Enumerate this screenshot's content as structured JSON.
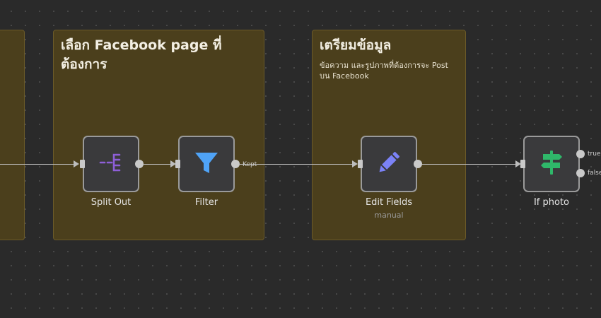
{
  "canvas": {
    "sticky_notes": [
      {
        "title": "",
        "description": ""
      },
      {
        "title": "เลือก Facebook page ที่ ต้องการ",
        "title_line1": "เลือก Facebook page ที่",
        "title_line2": "ต้องการ",
        "description": ""
      },
      {
        "title": "เตรียมข้อมูล",
        "description_line1": "ข้อความ และรูปภาพที่ต้องการจะ Post",
        "description_line2": "บน Facebook"
      }
    ],
    "nodes": [
      {
        "label": "Split Out",
        "icon": "split-out-icon",
        "color": "#8e5fd8"
      },
      {
        "label": "Filter",
        "icon": "filter-icon",
        "color": "#4fa3f7",
        "output_label": "Kept"
      },
      {
        "label": "Edit Fields",
        "subtitle": "manual",
        "icon": "pencil-icon",
        "color": "#7b82f7"
      },
      {
        "label": "If photo",
        "icon": "signpost-icon",
        "color": "#2fb86a",
        "output_true": "true",
        "output_false": "false"
      }
    ]
  }
}
